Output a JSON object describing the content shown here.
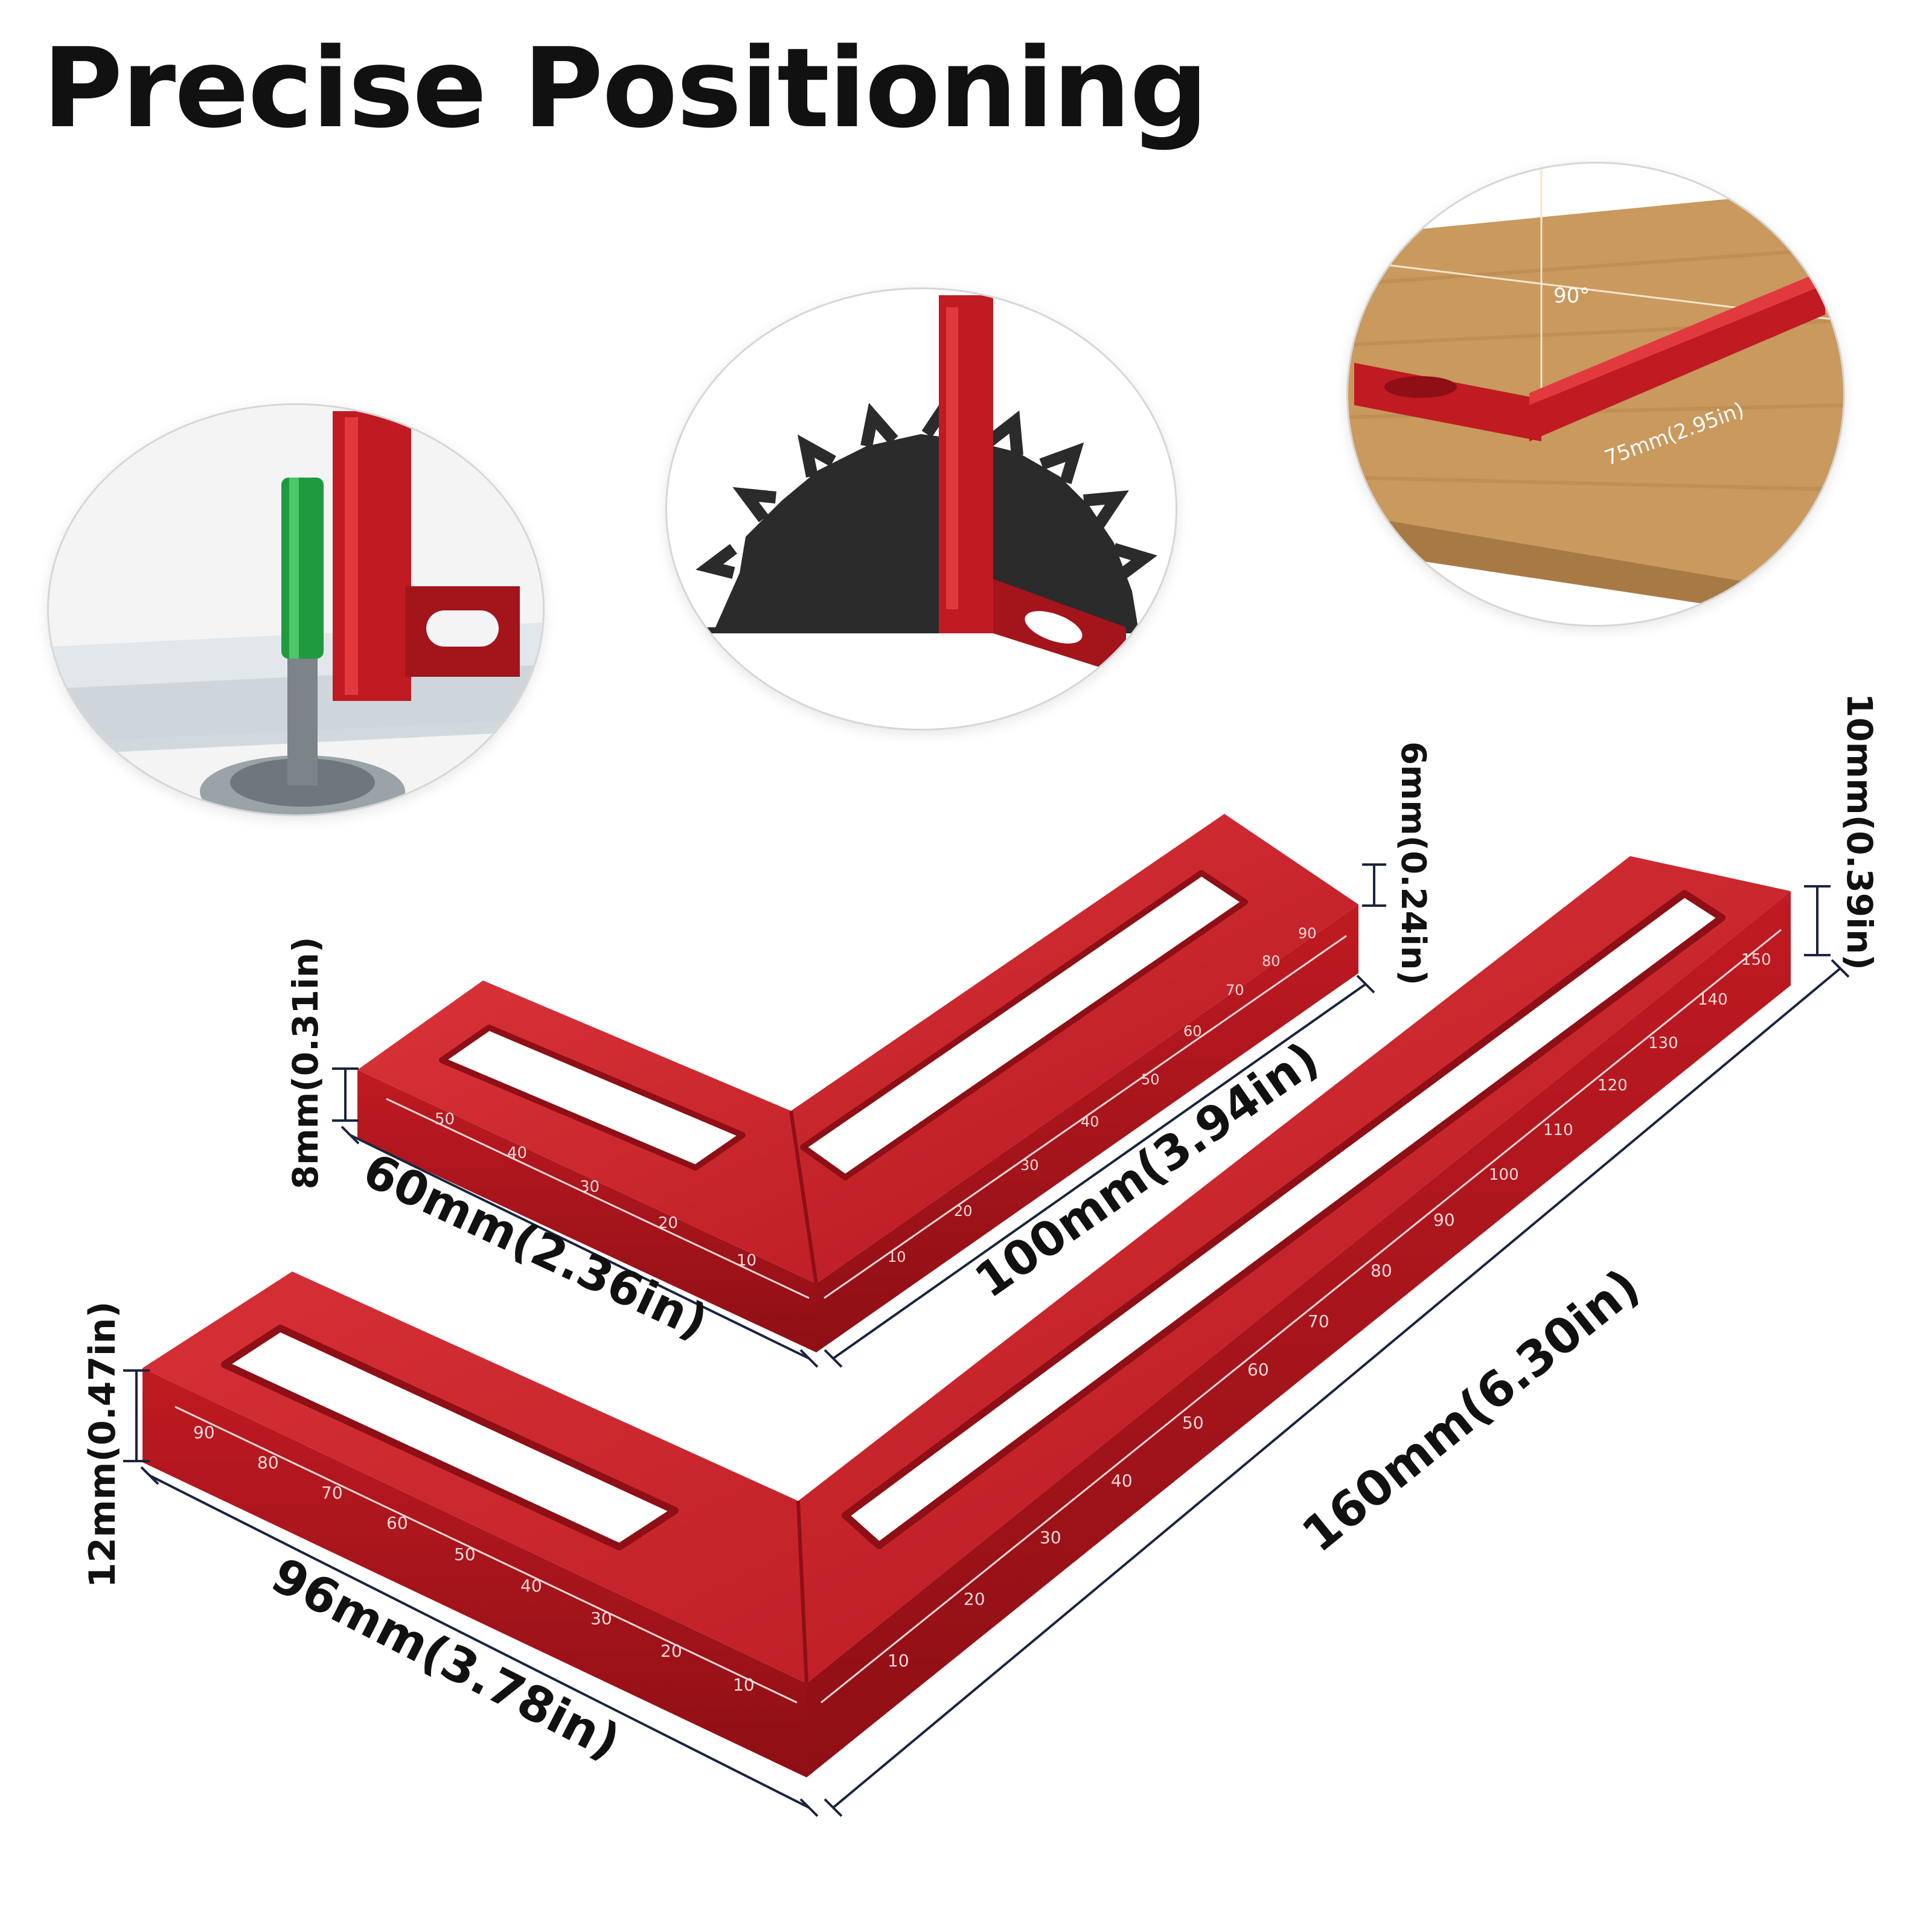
{
  "title": "Precise Positioning",
  "colors": {
    "anodized_red": "#c01a22",
    "dark_red": "#8e0f15",
    "light_red": "#e2393f",
    "dimension_line": "#1a2440",
    "wood": "#c9995e"
  },
  "scenes": {
    "router": {
      "icon": "router-bit-scene-icon"
    },
    "saw": {
      "icon": "saw-blade-scene-icon"
    },
    "wood": {
      "icon": "wood-board-scene-icon",
      "angle_label": "90°",
      "length_label": "75mm(2.95in)"
    }
  },
  "small_square": {
    "height_label": "8mm(0.31in)",
    "short_leg_label": "60mm(2.36in)",
    "long_leg_label": "100mm(3.94in)",
    "thickness_label": "6mm(0.24in)",
    "short_leg_ticks": [
      "50",
      "40",
      "30",
      "20",
      "10"
    ],
    "long_leg_ticks": [
      "10",
      "20",
      "30",
      "40",
      "50",
      "60",
      "70",
      "80",
      "90"
    ]
  },
  "large_square": {
    "height_label": "12mm(0.47in)",
    "short_leg_label": "96mm(3.78in)",
    "long_leg_label": "160mm(6.30in)",
    "thickness_label": "10mm(0.39in)",
    "short_leg_ticks": [
      "90",
      "80",
      "70",
      "60",
      "50",
      "40",
      "30",
      "20",
      "10"
    ],
    "long_leg_ticks": [
      "10",
      "20",
      "30",
      "40",
      "50",
      "60",
      "70",
      "80",
      "90",
      "100",
      "110",
      "120",
      "130",
      "140",
      "150"
    ]
  }
}
